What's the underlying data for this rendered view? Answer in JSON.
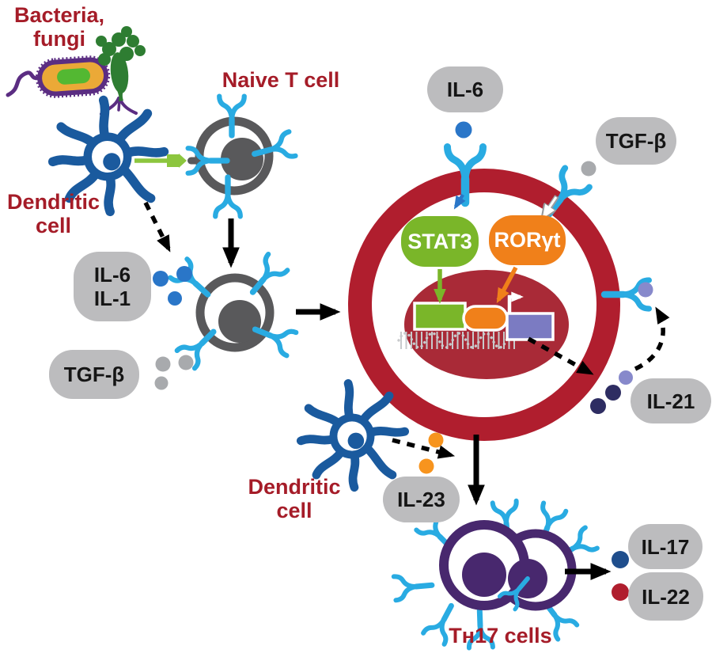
{
  "labels": {
    "bacteria_fungi": "Bacteria,\nfungi",
    "naive_t_cell": "Naive T cell",
    "dendritic_cell_top": "Dendritic\ncell",
    "dendritic_cell_bottom": "Dendritic\ncell",
    "th17_cells": "Tн17 cells"
  },
  "badges": {
    "il6_il1": "IL-6\nIL-1",
    "tgfb_left": "TGF-β",
    "il6_top": "IL-6",
    "tgfb_right": "TGF-β",
    "il21": "IL-21",
    "il23": "IL-23",
    "il17": "IL-17",
    "il22": "IL-22"
  },
  "factors": {
    "stat3": "STAT3",
    "rorgt": "RORγt"
  },
  "colors": {
    "label_red": "#A51C28",
    "badge_gray": "#BCBCBE",
    "cell_gray": "#59595B",
    "receptor_blue": "#29ABE2",
    "dendritic_blue": "#1A5A9E",
    "cytokine_blue": "#2A76C8",
    "cytokine_gray": "#A8AAAD",
    "cytokine_orange": "#F7941E",
    "cytokine_navy": "#2E2D62",
    "cytokine_periwinkle": "#8789CB",
    "il17_dot_blue": "#1F4E8C",
    "il22_dot_red": "#B01E2E",
    "cell_ring_red": "#B01E2E",
    "nucleus_red": "#A92A37",
    "stat3_green": "#7AB629",
    "rorgt_orange": "#F0801A",
    "gene_purple": "#7B7BC2",
    "th17_purple": "#48286E",
    "bacterium_orange": "#EBA937",
    "bacterium_purple": "#5B2D82",
    "bacterium_green": "#53B832",
    "fungus_green": "#2E7D32",
    "synapse_green": "#8CC63E"
  }
}
